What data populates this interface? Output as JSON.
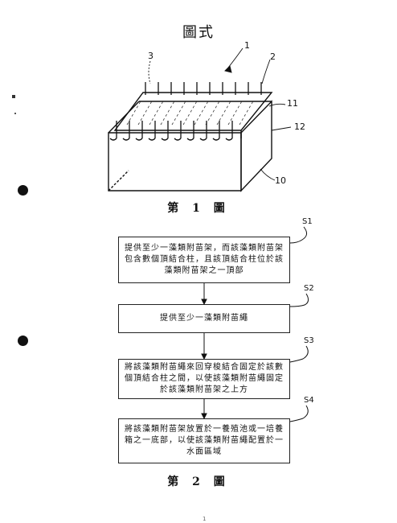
{
  "title": "圖式",
  "figure1": {
    "caption": "第 1 圖",
    "refs": {
      "r1": "1",
      "r2": "2",
      "r3": "3",
      "r10": "10",
      "r11": "11",
      "r12": "12"
    }
  },
  "figure2": {
    "caption": "第 2 圖",
    "steps": [
      {
        "label": "S1",
        "text": "提供至少一藻類附苗架，而該藻類附苗架包含數個頂結合柱，且該頂結合柱位於該藻類附苗架之一頂部"
      },
      {
        "label": "S2",
        "text": "提供至少一藻類附苗繩"
      },
      {
        "label": "S3",
        "text": "將該藻類附苗繩來回穿梭結合固定於該數個頂結合柱之間，以使該藻類附苗繩固定於該藻類附苗架之上方"
      },
      {
        "label": "S4",
        "text": "將該藻類附苗架放置於一養殖池或一培養箱之一底部，以使該藻類附苗繩配置於一水面區域"
      }
    ]
  },
  "footer": {
    "page_number": "1"
  }
}
